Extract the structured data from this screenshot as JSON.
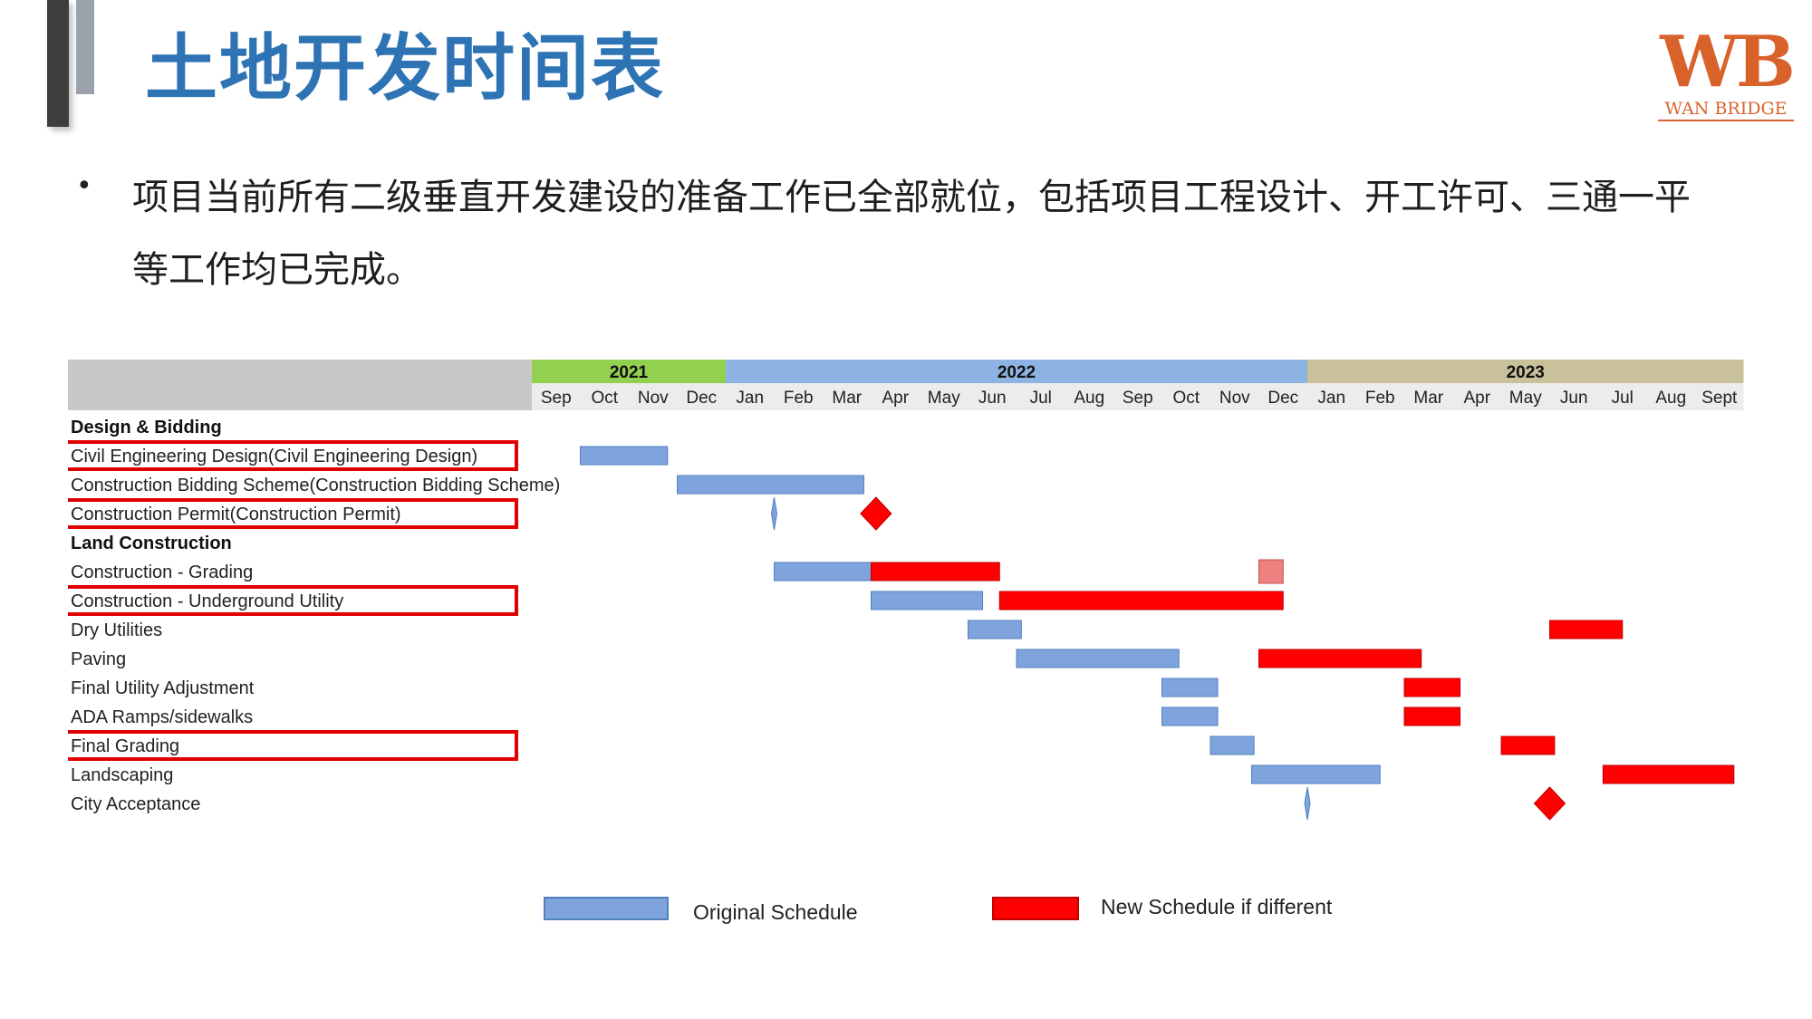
{
  "header": {
    "title": "土地开发时间表",
    "logo": {
      "mark": "WB",
      "subtitle": "WAN BRIDGE"
    }
  },
  "body": {
    "bullet": "•",
    "text": "项目当前所有二级垂直开发建设的准备工作已全部就位，包括项目工程设计、开工许可、三通一平等工作均已完成。"
  },
  "colors": {
    "original": "#7fa4dd",
    "original_edge": "#4f81bd",
    "new": "#ff0000",
    "pending": "#f08080",
    "highlight_box": "#e00000",
    "header_grey": "#c8c8c8",
    "month_band": "#ececec",
    "year_2021": "#92d050",
    "year_2022": "#8db3e2",
    "year_2023": "#c9c19a"
  },
  "chart_data": {
    "type": "gantt",
    "years": [
      {
        "label": "2021",
        "start": 0,
        "end": 4,
        "color": "#92d050"
      },
      {
        "label": "2022",
        "start": 4,
        "end": 16,
        "color": "#8db3e2"
      },
      {
        "label": "2023",
        "start": 16,
        "end": 25,
        "color": "#c9c19a"
      }
    ],
    "months": [
      "Sep",
      "Oct",
      "Nov",
      "Dec",
      "Jan",
      "Feb",
      "Mar",
      "Apr",
      "May",
      "Jun",
      "Jul",
      "Aug",
      "Sep",
      "Oct",
      "Nov",
      "Dec",
      "Jan",
      "Feb",
      "Mar",
      "Apr",
      "May",
      "Jun",
      "Jul",
      "Aug",
      "Sept"
    ],
    "rows": [
      {
        "label": "Design & Bidding",
        "section": true
      },
      {
        "label": "Civil Engineering Design(Civil Engineering Design)",
        "highlight": true,
        "bars": [
          {
            "kind": "original",
            "start": 1.0,
            "end": 2.8
          }
        ]
      },
      {
        "label": "Construction Bidding Scheme(Construction Bidding Scheme)",
        "bars": [
          {
            "kind": "original",
            "start": 3.0,
            "end": 6.85
          }
        ]
      },
      {
        "label": "Construction Permit(Construction Permit)",
        "highlight": true,
        "milestones": [
          {
            "kind": "original",
            "at": 5.0
          },
          {
            "kind": "new",
            "at": 7.1
          }
        ]
      },
      {
        "label": "Land Construction",
        "section": true
      },
      {
        "label": "Construction -  Grading",
        "bars": [
          {
            "kind": "original",
            "start": 5.0,
            "end": 7.0
          },
          {
            "kind": "new",
            "start": 7.0,
            "end": 9.65
          },
          {
            "kind": "pending",
            "start": 15.0,
            "end": 15.5
          }
        ]
      },
      {
        "label": "Construction - Underground Utility",
        "highlight": true,
        "bars": [
          {
            "kind": "original",
            "start": 7.0,
            "end": 9.3
          },
          {
            "kind": "new",
            "start": 9.65,
            "end": 15.5
          }
        ]
      },
      {
        "label": "Dry Utilities",
        "bars": [
          {
            "kind": "original",
            "start": 9.0,
            "end": 10.1
          },
          {
            "kind": "new",
            "start": 21.0,
            "end": 22.5
          }
        ]
      },
      {
        "label": "Paving",
        "bars": [
          {
            "kind": "original",
            "start": 10.0,
            "end": 13.35
          },
          {
            "kind": "new",
            "start": 15.0,
            "end": 18.35
          }
        ]
      },
      {
        "label": "Final Utility Adjustment",
        "bars": [
          {
            "kind": "original",
            "start": 13.0,
            "end": 14.15
          },
          {
            "kind": "new",
            "start": 18.0,
            "end": 19.15
          }
        ]
      },
      {
        "label": "ADA Ramps/sidewalks",
        "bars": [
          {
            "kind": "original",
            "start": 13.0,
            "end": 14.15
          },
          {
            "kind": "new",
            "start": 18.0,
            "end": 19.15
          }
        ]
      },
      {
        "label": "Final Grading",
        "highlight": true,
        "bars": [
          {
            "kind": "original",
            "start": 14.0,
            "end": 14.9
          },
          {
            "kind": "new",
            "start": 20.0,
            "end": 21.1
          }
        ]
      },
      {
        "label": "Landscaping",
        "bars": [
          {
            "kind": "original",
            "start": 14.85,
            "end": 17.5
          },
          {
            "kind": "new",
            "start": 22.1,
            "end": 24.8
          }
        ]
      },
      {
        "label": "City Acceptance",
        "milestones": [
          {
            "kind": "original",
            "at": 16.0
          },
          {
            "kind": "new",
            "at": 21.0
          }
        ]
      }
    ]
  },
  "legend": {
    "original_label": "Original Schedule",
    "new_label": "New Schedule if different"
  }
}
